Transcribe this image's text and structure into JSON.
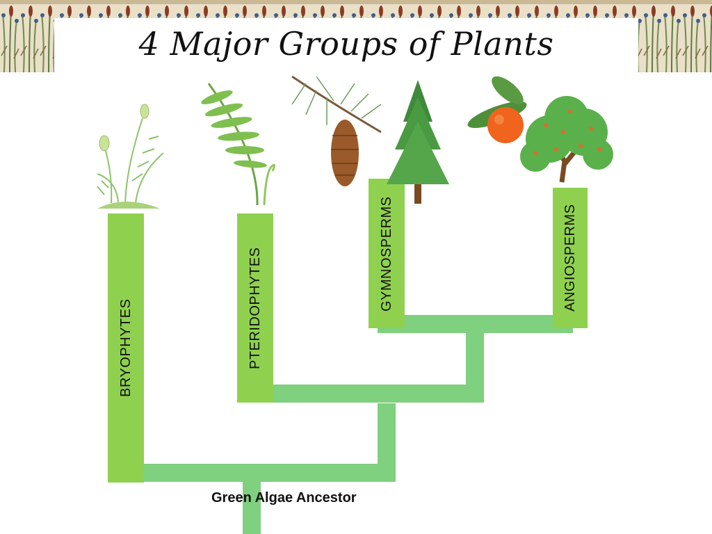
{
  "title": "4 Major Groups of Plants",
  "ancestor": "Green Algae Ancestor",
  "groups": [
    {
      "label": "BRYOPHYTES"
    },
    {
      "label": "PTERIDOPHYTES"
    },
    {
      "label": "GYMNOSPERMS"
    },
    {
      "label": "ANGIOSPERMS"
    }
  ],
  "icons": [
    "moss-icon",
    "fern-icon",
    "pine-branch-cone-icon",
    "conifer-tree-icon",
    "orange-fruit-icon",
    "broadleaf-tree-icon"
  ],
  "colors": {
    "branch": "#7fd07f",
    "group_bar": "#8fd14f",
    "border_band": "#e8ddc6"
  }
}
